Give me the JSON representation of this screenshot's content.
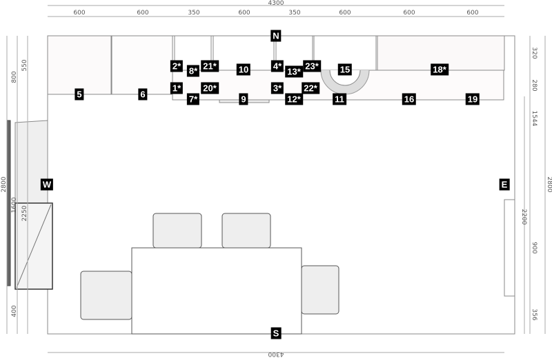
{
  "title": "Kitchen floor plan",
  "dimensions": {
    "top_total": "4300",
    "bottom_total": "4300",
    "top_segments": [
      "600",
      "600",
      "350",
      "600",
      "350",
      "600",
      "600",
      "600"
    ],
    "right": {
      "d320": "320",
      "d280": "280",
      "d1544": "1544",
      "d900": "900",
      "d356": "356",
      "d2200": "2200",
      "d2800": "2800"
    },
    "left": {
      "d2800": "2800",
      "d800": "800",
      "d550": "550",
      "d1600": "1600",
      "d2250": "2250",
      "d400": "400"
    }
  },
  "compass": {
    "n": "N",
    "s": "S",
    "w": "W",
    "e": "E"
  },
  "labels": {
    "l1": "1*",
    "l2": "2*",
    "l3": "3*",
    "l4": "4*",
    "l5": "5",
    "l6": "6",
    "l7": "7*",
    "l8": "8*",
    "l9": "9",
    "l10": "10",
    "l11": "11",
    "l12": "12*",
    "l13": "13*",
    "l15": "15",
    "l16": "16",
    "l18": "18*",
    "l19": "19",
    "l20": "20*",
    "l21": "21*",
    "l22": "22*",
    "l23": "23*"
  }
}
